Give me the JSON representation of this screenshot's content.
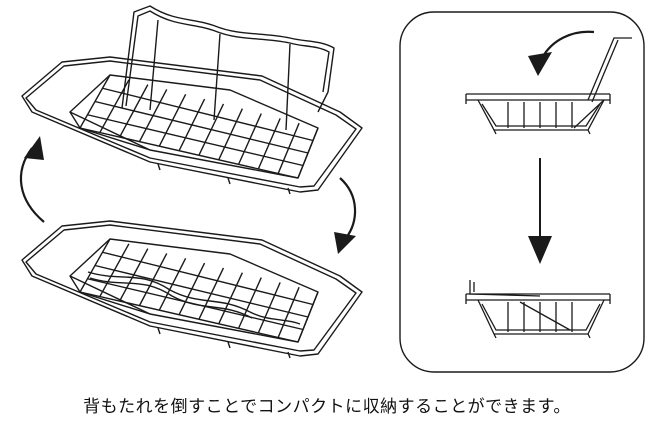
{
  "caption": "背もたれを倒すことでコンパクトに収納することができます。",
  "colors": {
    "line": "#1a1a1a",
    "background": "#ffffff"
  },
  "figures": [
    "basket-backrest-up",
    "basket-backrest-folded",
    "side-view-backrest-up",
    "side-view-backrest-folded"
  ],
  "arrows": [
    "rotate-up-arrow",
    "rotate-down-arrow",
    "fold-curve-arrow",
    "down-arrow"
  ]
}
